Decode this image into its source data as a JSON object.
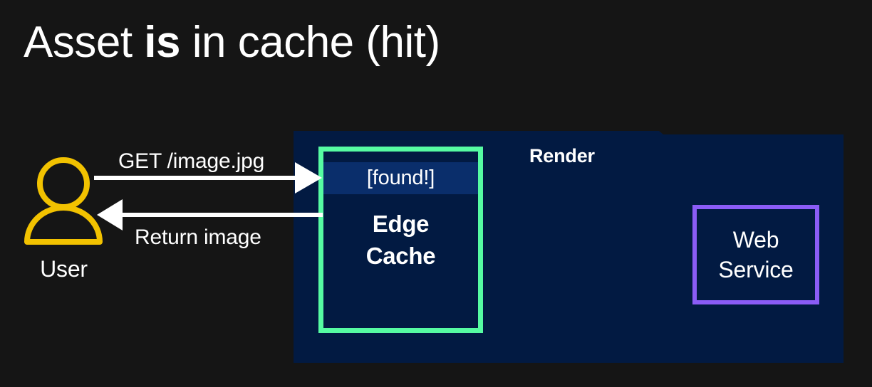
{
  "title": {
    "before": "Asset ",
    "emphasis": "is",
    "after": " in cache (hit)"
  },
  "actors": {
    "user": {
      "label": "User",
      "icon": "user-icon",
      "color": "#F2C200"
    }
  },
  "platform": {
    "label": "Render",
    "fill": "#021A42"
  },
  "nodes": [
    {
      "id": "edge-cache",
      "label": "Edge\nCache",
      "line1": "Edge",
      "line2": "Cache",
      "badge": "[found!]",
      "badge_fill": "#0A2E6B",
      "border_color": "#56FBA2"
    },
    {
      "id": "web-service",
      "line1": "Web",
      "line2": "Service",
      "border_color": "#8B5CF6"
    }
  ],
  "arrows": [
    {
      "id": "request",
      "label": "GET /image.jpg",
      "direction": "right",
      "from": "user",
      "to": "edge-cache",
      "color": "#FFFFFF"
    },
    {
      "id": "response",
      "label": "Return image",
      "direction": "left",
      "from": "edge-cache",
      "to": "user",
      "color": "#FFFFFF"
    }
  ],
  "colors": {
    "background": "#151515",
    "text": "#FFFFFF",
    "accent_green": "#56FBA2",
    "accent_purple": "#8B5CF6",
    "accent_yellow": "#F2C200",
    "navy": "#021A42",
    "navy_light": "#0A2E6B"
  }
}
